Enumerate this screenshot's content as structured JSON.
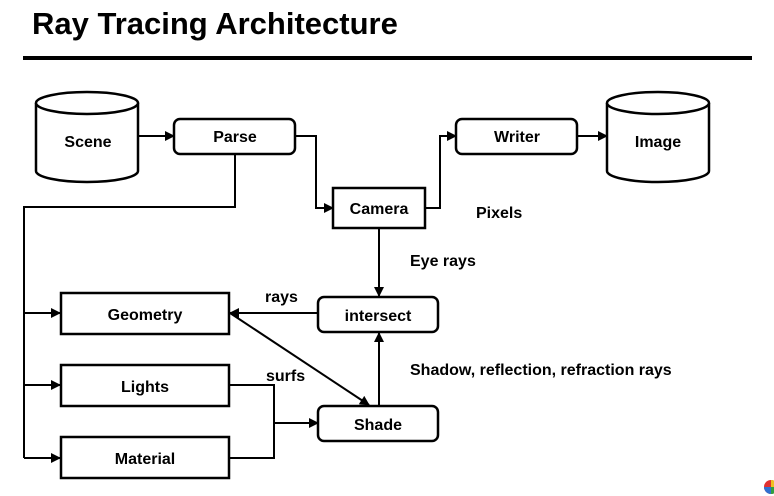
{
  "title": "Ray Tracing Architecture",
  "nodes": {
    "scene": "Scene",
    "parse": "Parse",
    "camera": "Camera",
    "writer": "Writer",
    "image": "Image",
    "geometry": "Geometry",
    "lights": "Lights",
    "material": "Material",
    "intersect": "intersect",
    "shade": "Shade"
  },
  "edge_labels": {
    "pixels": "Pixels",
    "eye_rays": "Eye rays",
    "rays": "rays",
    "surfs": "surfs",
    "secondary_rays": "Shadow, reflection, refraction rays"
  },
  "colors": {
    "stroke": "#000000",
    "fill": "#ffffff",
    "logo": [
      "#e03030",
      "#f0c020",
      "#3070d0",
      "#30a040"
    ]
  }
}
